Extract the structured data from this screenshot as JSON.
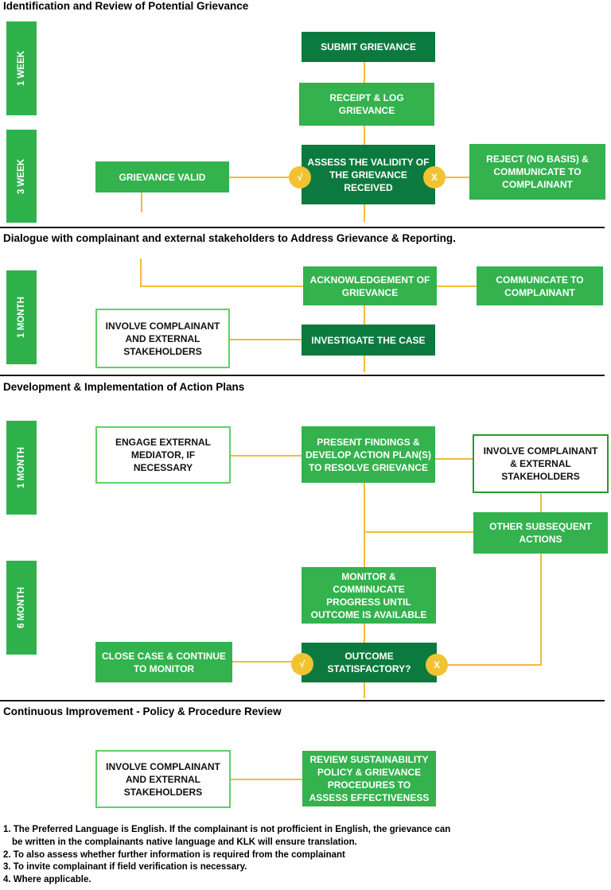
{
  "sections": [
    "Identification and Review of Potential Grievance",
    "Dialogue with complainant and external stakeholders to Address Grievance & Reporting.",
    "Development & Implementation of Action Plans",
    "Continuous Improvement - Policy & Procedure Review"
  ],
  "timebars": [
    "1 WEEK",
    "3 WEEK",
    "1 MONTH",
    "1 MONTH",
    "6 MONTH"
  ],
  "boxes": {
    "submit": "SUBMIT GRIEVANCE",
    "receipt": "RECEIPT & LOG GRIEVANCE",
    "assess": "ASSESS THE VALIDITY OF THE GRIEVANCE RECEIVED",
    "valid": "GRIEVANCE VALID",
    "reject": "REJECT (NO BASIS) & COMMUNICATE TO COMPLAINANT",
    "acknowledge": "ACKNOWLEDGEMENT OF GRIEVANCE",
    "communicate": "COMMUNICATE TO COMPLAINANT",
    "involve1": "INVOLVE COMPLAINANT AND EXTERNAL STAKEHOLDERS",
    "investigate": "INVESTIGATE THE CASE",
    "mediator": "ENGAGE EXTERNAL MEDIATOR, IF NECESSARY",
    "present": "PRESENT FINDINGS & DEVELOP ACTION PLAN(S) TO RESOLVE GRIEVANCE",
    "involve2": "INVOLVE COMPLAINANT & EXTERNAL STAKEHOLDERS",
    "other": "OTHER SUBSEQUENT ACTIONS",
    "monitor": "MONITOR & COMMINUCATE PROGRESS UNTIL OUTCOME IS AVAILABLE",
    "outcome": "OUTCOME STATISFACTORY?",
    "close": "CLOSE CASE & CONTINUE TO MONITOR",
    "involve3": "INVOLVE COMPLAINANT AND EXTERNAL STAKEHOLDERS",
    "review": "REVIEW SUSTAINABILITY POLICY & GRIEVANCE PROCEDURES TO ASSESS EFFECTIVENESS"
  },
  "marks": {
    "yes": "√",
    "no": "X"
  },
  "footnotes": [
    "1. The Preferred Language is English. If the complainant is not profficient in English, the grievance can",
    "be written in the complainants native language and KLK will ensure translation.",
    "2. To also assess whether further information is required from the complainant",
    "3. To invite complainant if field verification is necessary.",
    "4. Where applicable."
  ],
  "colors": {
    "light_green": "#33b24e",
    "dark_green": "#0c7a3e",
    "connector": "#f2bb3c",
    "check": "#f1c232"
  }
}
